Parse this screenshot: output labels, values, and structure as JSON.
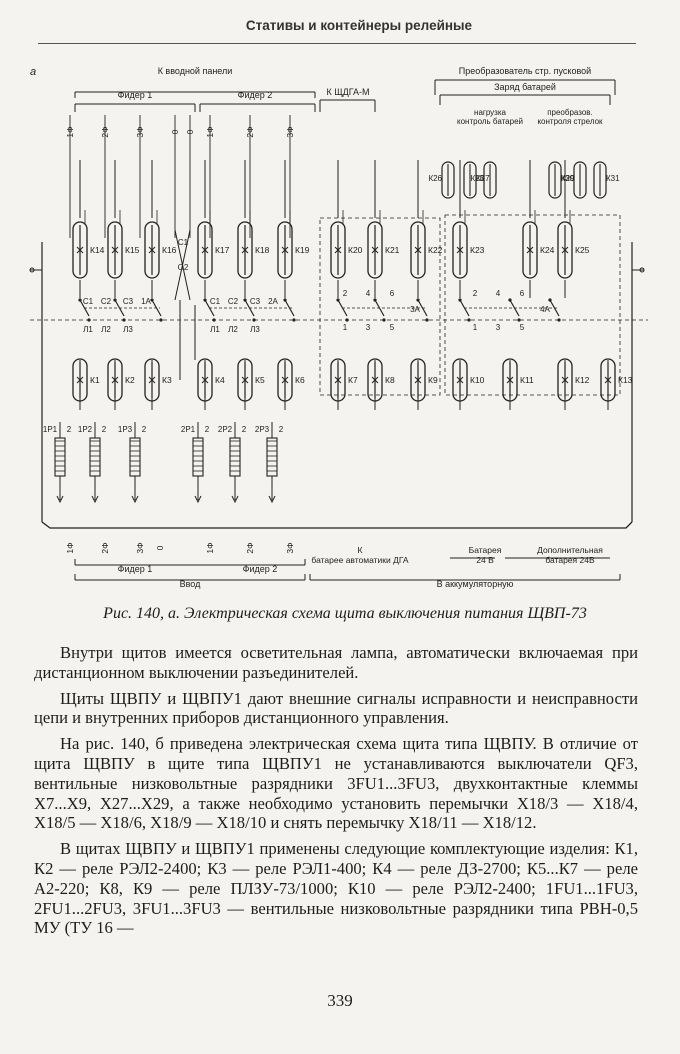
{
  "page": {
    "running_header": "Стативы и контейнеры релейные",
    "page_number": "339"
  },
  "figure": {
    "panel_letter": "а",
    "top_labels": {
      "input_panel": "К вводной панели",
      "feeder1": "Фидер 1",
      "feeder2": "Фидер 2",
      "shchdga": "К ЩДГА-М",
      "converter": "Преобразователь стр. пусковой",
      "charge": "Заряд батарей",
      "load_control": "нагрузка контроль батарей",
      "conv_control": "преобразов. контроля стрелок"
    },
    "phase_labels": [
      "1Ф",
      "2Ф",
      "3Ф",
      "0",
      "0",
      "1Ф",
      "2Ф",
      "3Ф"
    ],
    "relays_upper": [
      "К14",
      "К15",
      "К16",
      "К17",
      "К18",
      "К19",
      "К20",
      "К21",
      "К22",
      "К23",
      "К24",
      "К25"
    ],
    "relays_top": [
      "К26",
      "К27",
      "К28",
      "К29",
      "К30",
      "К31"
    ],
    "relays_lower": [
      "К1",
      "К2",
      "К3",
      "К4",
      "К5",
      "К6",
      "К7",
      "К8",
      "К9",
      "К10",
      "К11",
      "К12",
      "К13"
    ],
    "contacts_k16": [
      "С1",
      "О2"
    ],
    "switch_top_1": [
      "С1",
      "С2",
      "С3",
      "1А"
    ],
    "switch_bot_1": [
      "Л1",
      "Л2",
      "Л3"
    ],
    "switch_top_2": [
      "С1",
      "С2",
      "С3",
      "2А"
    ],
    "switch_bot_2": [
      "Л1",
      "Л2",
      "Л3"
    ],
    "switch_3": [
      "2",
      "4",
      "6",
      "1",
      "3",
      "5",
      "3А"
    ],
    "switch_4": [
      "2",
      "4",
      "6",
      "1",
      "3",
      "5",
      "4А"
    ],
    "fuses": [
      "1Р1",
      "1Р2",
      "1Р3",
      "2Р1",
      "2Р2",
      "2Р3"
    ],
    "fuse_terminal": "2",
    "bottom_phase_labels": [
      "1Ф",
      "2Ф",
      "3Ф",
      "0",
      "1Ф",
      "2Ф",
      "3Ф"
    ],
    "bottom_labels": {
      "feeder1": "Фидер 1",
      "feeder2": "Фидер 2",
      "input": "Ввод",
      "dga": "К батарее автоматики ДГА",
      "battery": "Батарея 24 В",
      "extra_battery": "Дополнительная батарея 24В",
      "accumulator": "В аккумуляторную"
    }
  },
  "caption": "Рис. 140, а. Электрическая схема щита выключения питания ЩВП-73",
  "paragraphs": [
    "Внутри щитов имеется осветительная лампа, автоматически включаемая при дистанционном выключении разъединителей.",
    "Щиты ЩВПУ и ЩВПУ1 дают внешние сигналы исправности и неисправности цепи и внутренних приборов дистанционного управления.",
    "На рис. 140, б приведена электрическая схема щита типа ЩВПУ. В отличие от щита ЩВПУ в щите типа ЩВПУ1 не устанавливаются выключатели QF3, вентильные низковольтные разрядники 3FU1...3FU3, двухконтактные клеммы X7...X9, X27...X29, а также необходимо установить перемычки X18/3 — X18/4, X18/5 — X18/6, X18/9 — X18/10 и снять перемычку X18/11 — X18/12.",
    "В щитах ЩВПУ и ЩВПУ1 применены следующие комплектующие изделия: К1, К2 — реле РЭЛ2-2400; К3 — реле РЭЛ1-400; К4 — реле ДЗ-2700; К5...К7 — реле А2-220; К8, К9 — реле ПЛЗУ-73/1000; К10 — реле РЭЛ2-2400; 1FU1...1FU3, 2FU1...2FU3, 3FU1...3FU3 — вентильные низковольтные разрядники типа РВН-0,5 МУ (ТУ 16 —"
  ]
}
